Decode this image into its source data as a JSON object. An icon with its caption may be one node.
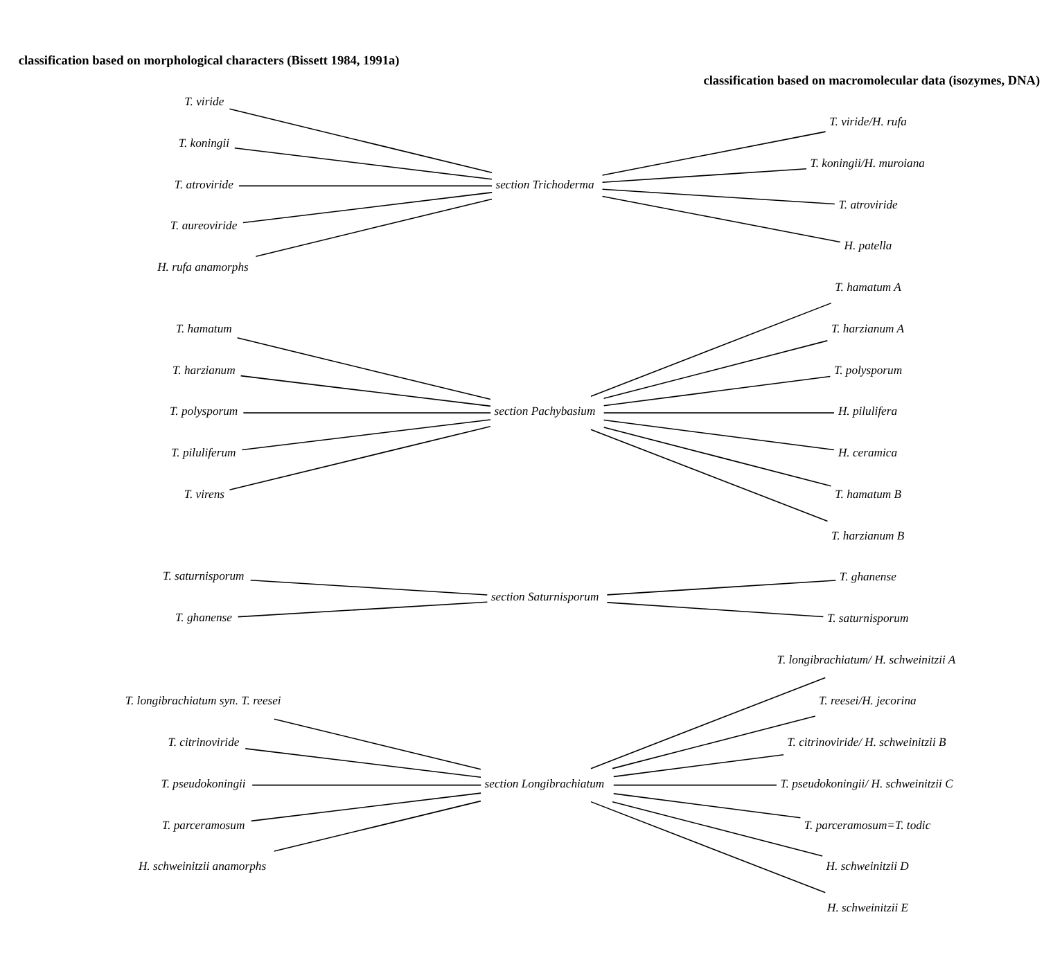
{
  "diagram": {
    "nodes": [
      {
        "text": [
          "T. longibrachiatum syn. T. reesei"
        ]
      },
      {
        "text": [
          "T. citrinoviride"
        ]
      },
      {
        "text": [
          "T. pseudokoningii"
        ]
      },
      {
        "text": [
          "T. parceramosum"
        ]
      },
      {
        "text": [
          "H. schweinitzii anamorphs"
        ]
      },
      {
        "text": [
          "T. saturnisporum"
        ]
      },
      {
        "text": [
          "T. ghanense"
        ]
      },
      {
        "text": [
          "T. hamatum"
        ]
      },
      {
        "text": [
          "T. harzianum"
        ]
      },
      {
        "text": [
          "T. polysporum"
        ]
      },
      {
        "text": [
          "T. piluliferum"
        ]
      },
      {
        "text": [
          "T. virens"
        ]
      },
      {
        "text": [
          "T. viride"
        ]
      },
      {
        "text": [
          "T. koningii"
        ]
      },
      {
        "text": [
          "T. atroviride"
        ]
      },
      {
        "text": [
          "T. aureoviride"
        ]
      },
      {
        "text": [
          "H. rufa anamorphs"
        ]
      },
      {
        "text": [
          "section Longibrachiatum"
        ]
      },
      {
        "text": [
          "section Saturnisporum"
        ]
      },
      {
        "text": [
          "section Pachybasium"
        ]
      },
      {
        "text": [
          "section Trichoderma"
        ]
      },
      {
        "text": [
          "T. longibrachiatum/ H. schweinitzii A"
        ]
      },
      {
        "text": [
          "T. reesei/H. jecorina"
        ]
      },
      {
        "text": [
          "T. citrinoviride/ H. schweinitzii B"
        ]
      },
      {
        "text": [
          "T. pseudokoningii/ H. schweinitzii C"
        ]
      },
      {
        "text": [
          "T. parceramosum=T. todic"
        ]
      },
      {
        "text": [
          "T. ghanense"
        ]
      },
      {
        "text": [
          "H. schweinitzii D"
        ]
      },
      {
        "text": [
          "H. schweinitzii E"
        ]
      },
      {
        "text": [
          "T. saturnisporum"
        ]
      },
      {
        "text": [
          "T. hamatum A"
        ]
      },
      {
        "text": [
          "T. harzianum A"
        ]
      },
      {
        "text": [
          "T. polysporum"
        ]
      },
      {
        "text": [
          "H. pilulifera"
        ]
      },
      {
        "text": [
          "H. ceramica"
        ]
      },
      {
        "text": [
          "T. viride/H. rufa"
        ]
      },
      {
        "text": [
          "T. koningii/H. muroiana"
        ]
      },
      {
        "text": [
          "T. atroviride"
        ]
      },
      {
        "text": [
          "T. hamatum B"
        ]
      },
      {
        "text": [
          "T. harzianum B"
        ]
      },
      {
        "text": [
          "H. patella"
        ]
      }
    ],
    "edges": [
      {
        "from": 0,
        "to": 17,
        "arrow": "none"
      },
      {
        "from": 1,
        "to": 17,
        "arrow": "none"
      },
      {
        "from": 2,
        "to": 17,
        "arrow": "none"
      },
      {
        "from": 3,
        "to": 17,
        "arrow": "none"
      },
      {
        "from": 4,
        "to": 17,
        "arrow": "none"
      },
      {
        "from": 5,
        "to": 18,
        "arrow": "none"
      },
      {
        "from": 6,
        "to": 18,
        "arrow": "none"
      },
      {
        "from": 7,
        "to": 19,
        "arrow": "none"
      },
      {
        "from": 8,
        "to": 19,
        "arrow": "none"
      },
      {
        "from": 9,
        "to": 19,
        "arrow": "none"
      },
      {
        "from": 10,
        "to": 19,
        "arrow": "none"
      },
      {
        "from": 11,
        "to": 19,
        "arrow": "none"
      },
      {
        "from": 12,
        "to": 20,
        "arrow": "none"
      },
      {
        "from": 13,
        "to": 20,
        "arrow": "none"
      },
      {
        "from": 14,
        "to": 20,
        "arrow": "none"
      },
      {
        "from": 15,
        "to": 20,
        "arrow": "none"
      },
      {
        "from": 16,
        "to": 20,
        "arrow": "none"
      },
      {
        "from": 17,
        "to": 21,
        "arrow": "none"
      },
      {
        "from": 17,
        "to": 22,
        "arrow": "none"
      },
      {
        "from": 17,
        "to": 23,
        "arrow": "none"
      },
      {
        "from": 17,
        "to": 24,
        "arrow": "none"
      },
      {
        "from": 17,
        "to": 25,
        "arrow": "none"
      },
      {
        "from": 17,
        "to": 27,
        "arrow": "none"
      },
      {
        "from": 17,
        "to": 28,
        "arrow": "none"
      },
      {
        "from": 18,
        "to": 26,
        "arrow": "none"
      },
      {
        "from": 18,
        "to": 29,
        "arrow": "none"
      },
      {
        "from": 19,
        "to": 30,
        "arrow": "none"
      },
      {
        "from": 19,
        "to": 31,
        "arrow": "none"
      },
      {
        "from": 19,
        "to": 32,
        "arrow": "none"
      },
      {
        "from": 19,
        "to": 33,
        "arrow": "none"
      },
      {
        "from": 19,
        "to": 34,
        "arrow": "none"
      },
      {
        "from": 19,
        "to": 38,
        "arrow": "none"
      },
      {
        "from": 19,
        "to": 39,
        "arrow": "none"
      },
      {
        "from": 20,
        "to": 35,
        "arrow": "none"
      },
      {
        "from": 20,
        "to": 36,
        "arrow": "none"
      },
      {
        "from": 20,
        "to": 37,
        "arrow": "none"
      },
      {
        "from": 20,
        "to": 40,
        "arrow": "none"
      }
    ],
    "labels": [
      "classification based on morphological characters (Bissett 1984, 1991a)",
      "classification based on macromolecular data (isozymes, DNA)"
    ]
  }
}
